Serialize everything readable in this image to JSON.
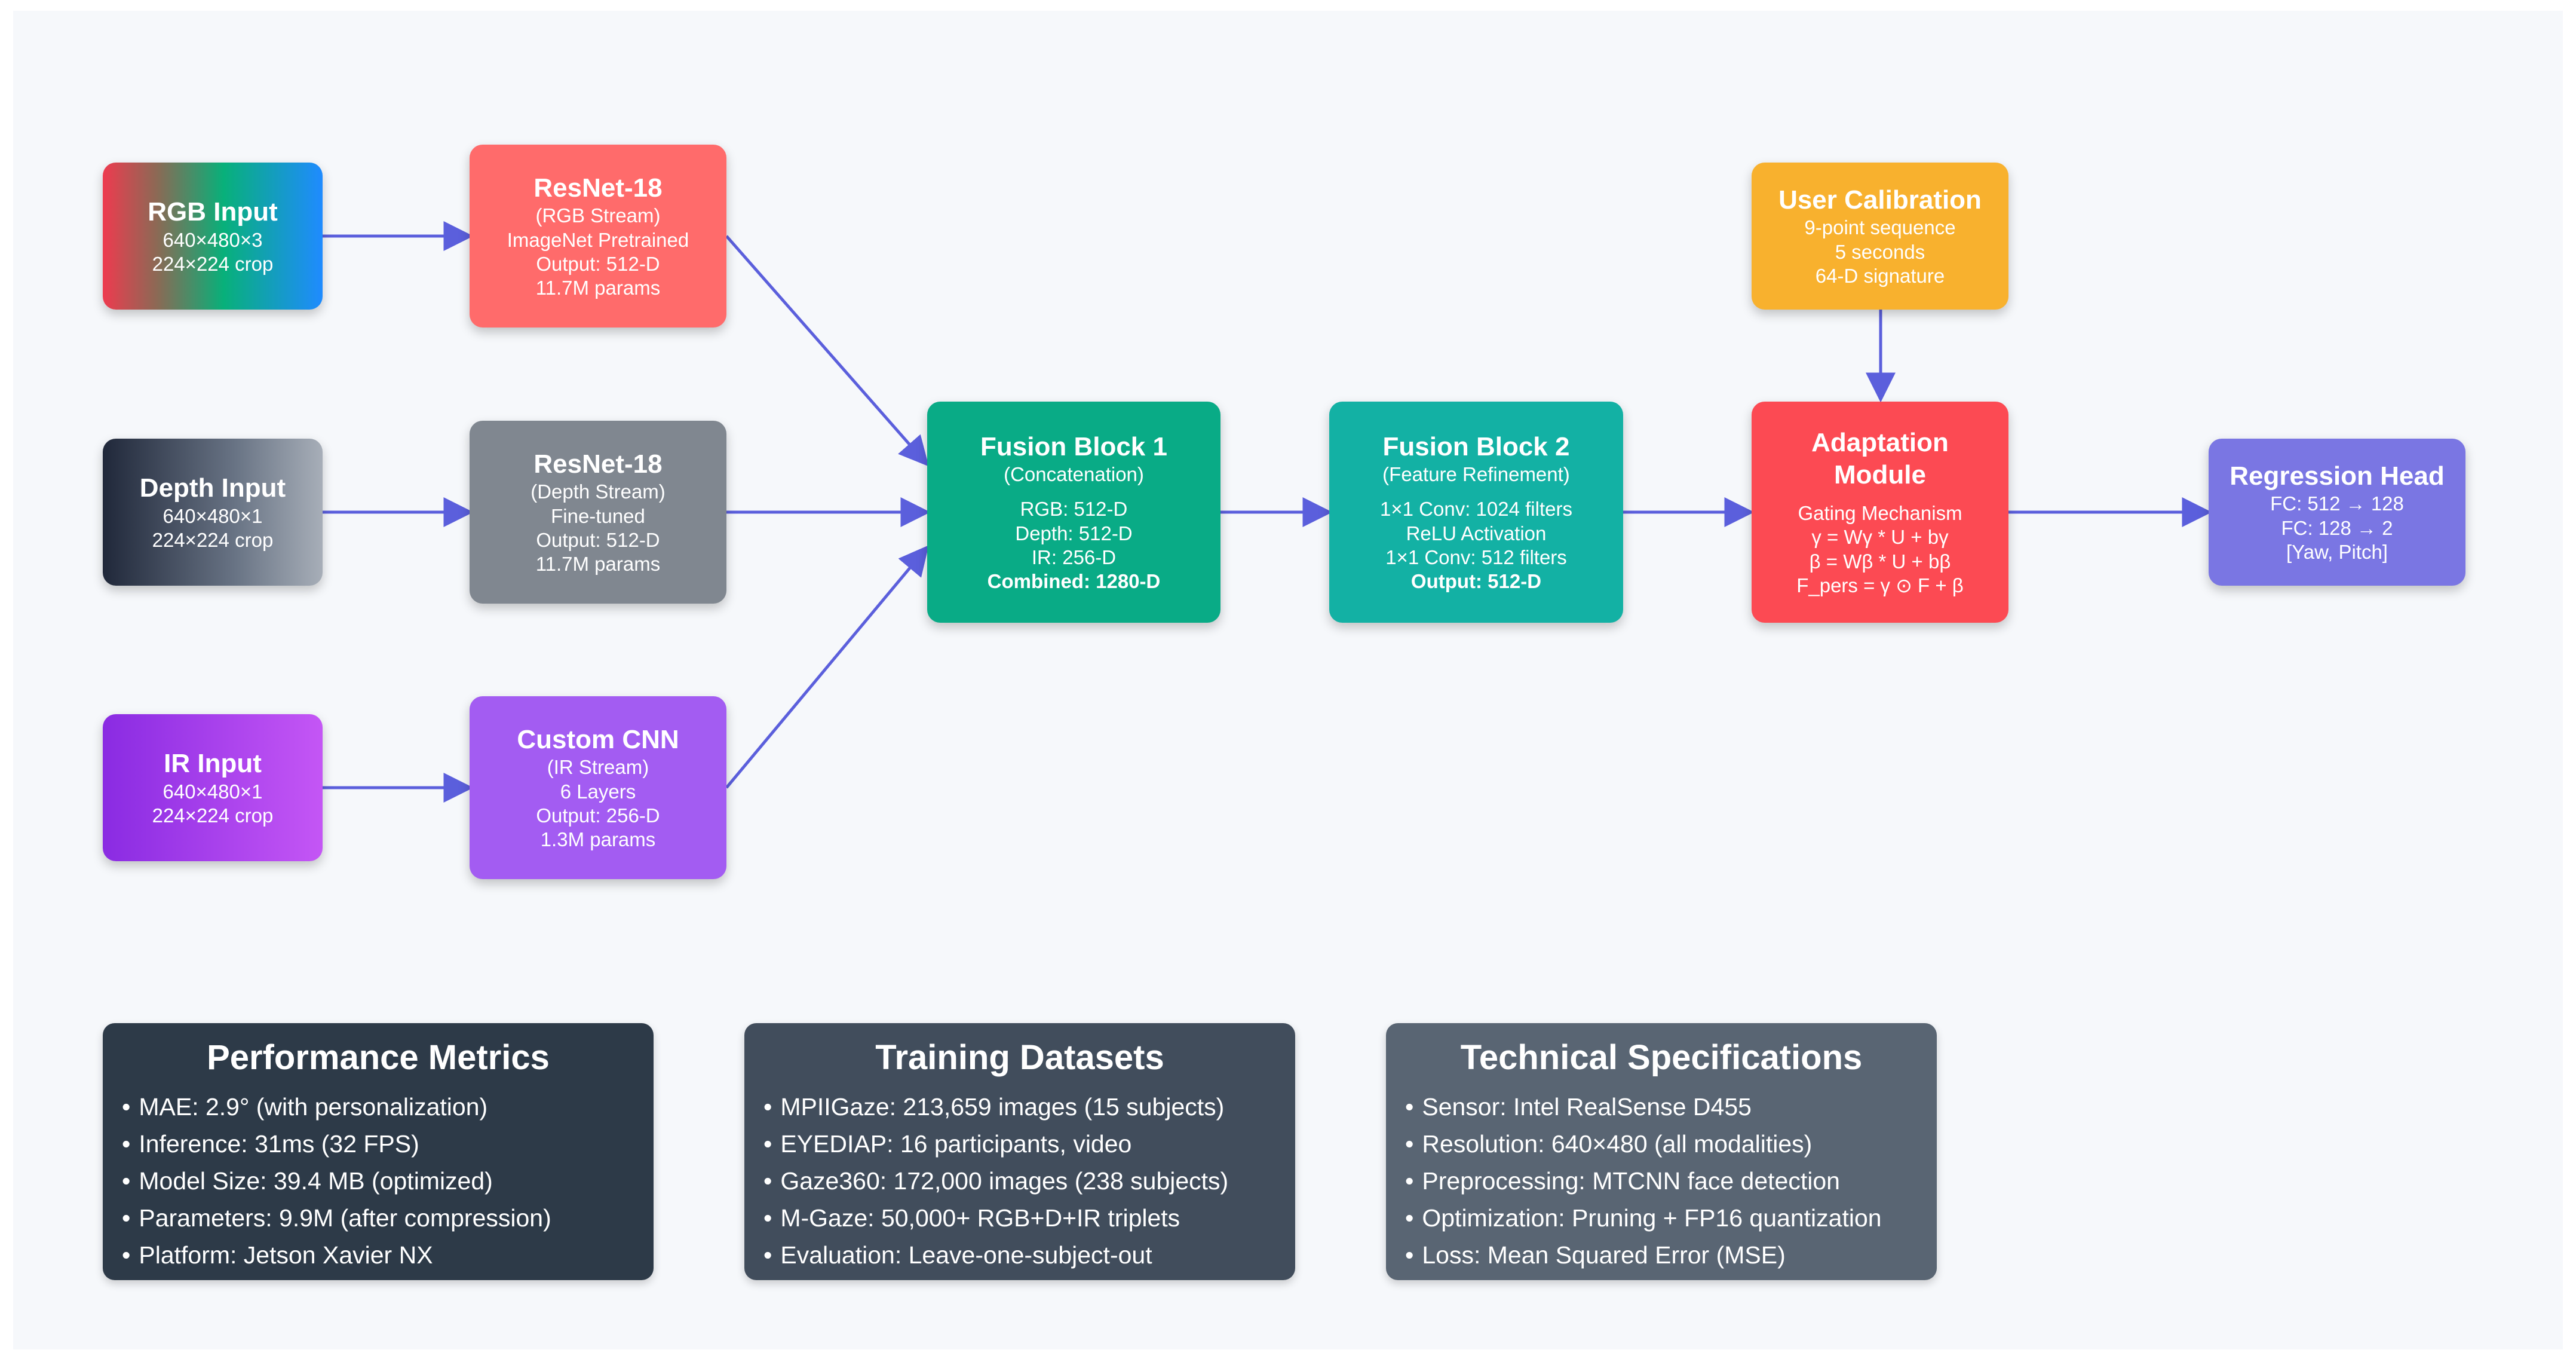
{
  "colors": {
    "arrow": "#5b5fdc",
    "resnet_rgb": "#ff6b6b",
    "resnet_depth": "#808790",
    "custom_cnn": "#a35cf2",
    "fusion_block_1": "#09ab86",
    "fusion_block_2": "#13b1a4",
    "user_calibration": "#f8b12e",
    "adaptation_module": "#fc4a53",
    "regression_head": "#7a76e3"
  },
  "nodes": {
    "rgb_input": {
      "title": "RGB Input",
      "lines": [
        "640×480×3",
        "224×224 crop"
      ]
    },
    "depth_input": {
      "title": "Depth Input",
      "lines": [
        "640×480×1",
        "224×224 crop"
      ]
    },
    "ir_input": {
      "title": "IR Input",
      "lines": [
        "640×480×1",
        "224×224 crop"
      ]
    },
    "resnet_rgb": {
      "title": "ResNet-18",
      "lines": [
        "(RGB Stream)",
        "ImageNet Pretrained",
        "Output: 512-D",
        "11.7M params"
      ]
    },
    "resnet_depth": {
      "title": "ResNet-18",
      "lines": [
        "(Depth Stream)",
        "Fine-tuned",
        "Output: 512-D",
        "11.7M params"
      ]
    },
    "custom_cnn": {
      "title": "Custom CNN",
      "lines": [
        "(IR Stream)",
        "6 Layers",
        "Output: 256-D",
        "1.3M params"
      ]
    },
    "fusion_block_1": {
      "title": "Fusion Block 1",
      "subtitle": "(Concatenation)",
      "lines": [
        "RGB: 512-D",
        "Depth: 512-D",
        "IR: 256-D"
      ],
      "bold_line": "Combined: 1280-D"
    },
    "fusion_block_2": {
      "title": "Fusion Block 2",
      "subtitle": "(Feature Refinement)",
      "lines": [
        "1×1 Conv: 1024 filters",
        "ReLU Activation",
        "1×1 Conv: 512 filters"
      ],
      "bold_line": "Output: 512-D"
    },
    "user_calibration": {
      "title": "User Calibration",
      "lines": [
        "9-point sequence",
        "5 seconds",
        "64-D signature"
      ]
    },
    "adaptation_module": {
      "title_line1": "Adaptation",
      "title_line2": "Module",
      "lines": [
        "Gating Mechanism",
        "γ = Wγ * U + bγ",
        "β = Wβ * U + bβ",
        "F_pers = γ ⊙ F + β"
      ]
    },
    "regression_head": {
      "title": "Regression Head",
      "lines": [
        "FC: 512 → 128",
        "FC: 128 → 2",
        "[Yaw, Pitch]"
      ]
    }
  },
  "panels": {
    "performance": {
      "title": "Performance Metrics",
      "items": [
        "MAE: 2.9° (with personalization)",
        "Inference: 31ms (32 FPS)",
        "Model Size: 39.4 MB (optimized)",
        "Parameters: 9.9M (after compression)",
        "Platform: Jetson Xavier NX"
      ]
    },
    "datasets": {
      "title": "Training Datasets",
      "items": [
        "MPIIGaze: 213,659 images (15 subjects)",
        "EYEDIAP: 16 participants, video",
        "Gaze360: 172,000 images (238 subjects)",
        "M-Gaze: 50,000+ RGB+D+IR triplets",
        "Evaluation: Leave-one-subject-out"
      ]
    },
    "specs": {
      "title": "Technical Specifications",
      "items": [
        "Sensor: Intel RealSense D455",
        "Resolution: 640×480 (all modalities)",
        "Preprocessing: MTCNN face detection",
        "Optimization: Pruning + FP16 quantization",
        "Loss: Mean Squared Error (MSE)"
      ]
    }
  }
}
